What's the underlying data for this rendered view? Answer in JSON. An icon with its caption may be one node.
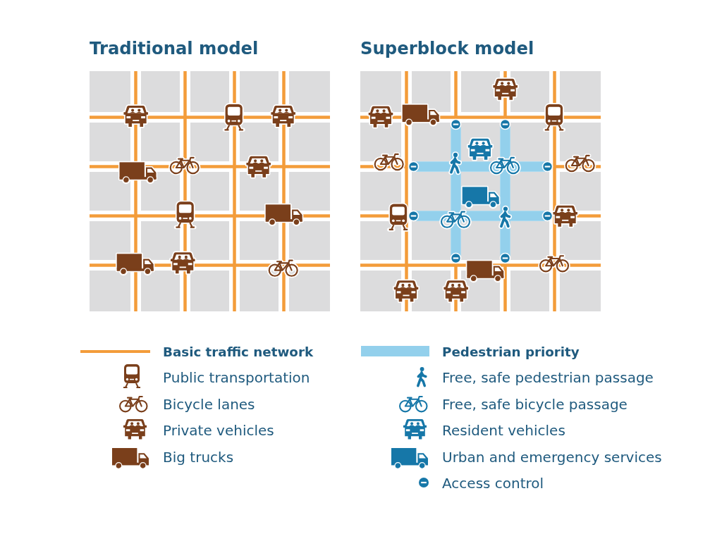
{
  "diagram": {
    "labels": [
      "Traditional model",
      "Superblock model"
    ],
    "legend": [
      {
        "text": "Basic traffic network"
      },
      {
        "text": "Public transportation"
      },
      {
        "text": "Bicycle lanes"
      },
      {
        "text": "Private vehicles"
      },
      {
        "text": "Big trucks"
      },
      {
        "text": "Pedestrian priority",
        "color": "#93d0ec"
      },
      {
        "text": "Free, safe pedestrian passage"
      },
      {
        "text": "Free, safe bicycle passage"
      },
      {
        "text": "Resident vehicles"
      },
      {
        "text": "Urban and emergency services"
      },
      {
        "text": "Access control"
      }
    ]
  }
}
